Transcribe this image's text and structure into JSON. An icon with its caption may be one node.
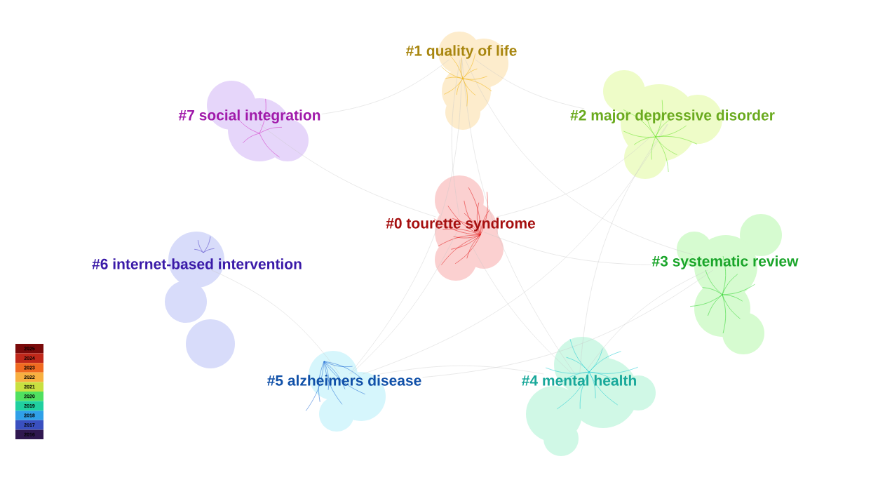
{
  "diagram": {
    "nodes": [
      {
        "text": [
          "#0 tourette syndrome"
        ]
      },
      {
        "text": [
          "#1 quality of life"
        ]
      },
      {
        "text": [
          "#2 major depressive disorder"
        ]
      },
      {
        "text": [
          "#3 systematic review"
        ]
      },
      {
        "text": [
          "#4 mental health"
        ]
      },
      {
        "text": [
          "#5 alzheimers disease"
        ]
      },
      {
        "text": [
          "#6 internet-based intervention"
        ]
      },
      {
        "text": [
          "#7 social integration"
        ]
      }
    ],
    "edges": [
      {
        "from": 0,
        "to": 1,
        "arrow": "none"
      },
      {
        "from": 0,
        "to": 2,
        "arrow": "none"
      },
      {
        "from": 0,
        "to": 3,
        "arrow": "none"
      },
      {
        "from": 0,
        "to": 4,
        "arrow": "none"
      },
      {
        "from": 0,
        "to": 5,
        "arrow": "none"
      },
      {
        "from": 0,
        "to": 7,
        "arrow": "none"
      },
      {
        "from": 1,
        "to": 2,
        "arrow": "none"
      },
      {
        "from": 1,
        "to": 3,
        "arrow": "none"
      },
      {
        "from": 1,
        "to": 4,
        "arrow": "none"
      },
      {
        "from": 1,
        "to": 5,
        "arrow": "none"
      },
      {
        "from": 1,
        "to": 7,
        "arrow": "none"
      },
      {
        "from": 2,
        "to": 4,
        "arrow": "none"
      },
      {
        "from": 2,
        "to": 5,
        "arrow": "none"
      },
      {
        "from": 3,
        "to": 4,
        "arrow": "none"
      },
      {
        "from": 3,
        "to": 5,
        "arrow": "none"
      },
      {
        "from": 4,
        "to": 5,
        "arrow": "none"
      },
      {
        "from": 5,
        "to": 6,
        "arrow": "none"
      }
    ],
    "legend": [
      {
        "text": "2025",
        "color": "#7a0a0a"
      },
      {
        "text": "2024",
        "color": "#c0281a"
      },
      {
        "text": "2023",
        "color": "#f06a20"
      },
      {
        "text": "2022",
        "color": "#f8b040"
      },
      {
        "text": "2021",
        "color": "#c8e040"
      },
      {
        "text": "2020",
        "color": "#50e060"
      },
      {
        "text": "2019",
        "color": "#20d0a0"
      },
      {
        "text": "2018",
        "color": "#30a0e8"
      },
      {
        "text": "2017",
        "color": "#3a50c0"
      },
      {
        "text": "2016",
        "color": "#301850"
      }
    ]
  }
}
